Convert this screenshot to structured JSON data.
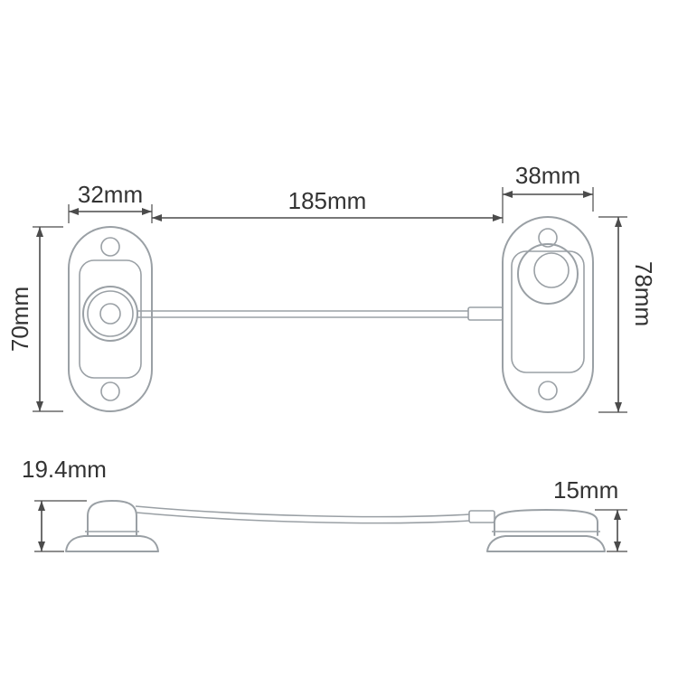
{
  "dims": {
    "left_width": "32mm",
    "cable_length": "185mm",
    "right_width": "38mm",
    "left_height": "70mm",
    "right_height": "78mm",
    "left_profile_height": "19.4mm",
    "right_profile_height": "15mm"
  },
  "colors": {
    "background": "#ffffff",
    "outline": "#9aa0a5",
    "dimension_line": "#4b4b4b",
    "label_text": "#333333"
  }
}
